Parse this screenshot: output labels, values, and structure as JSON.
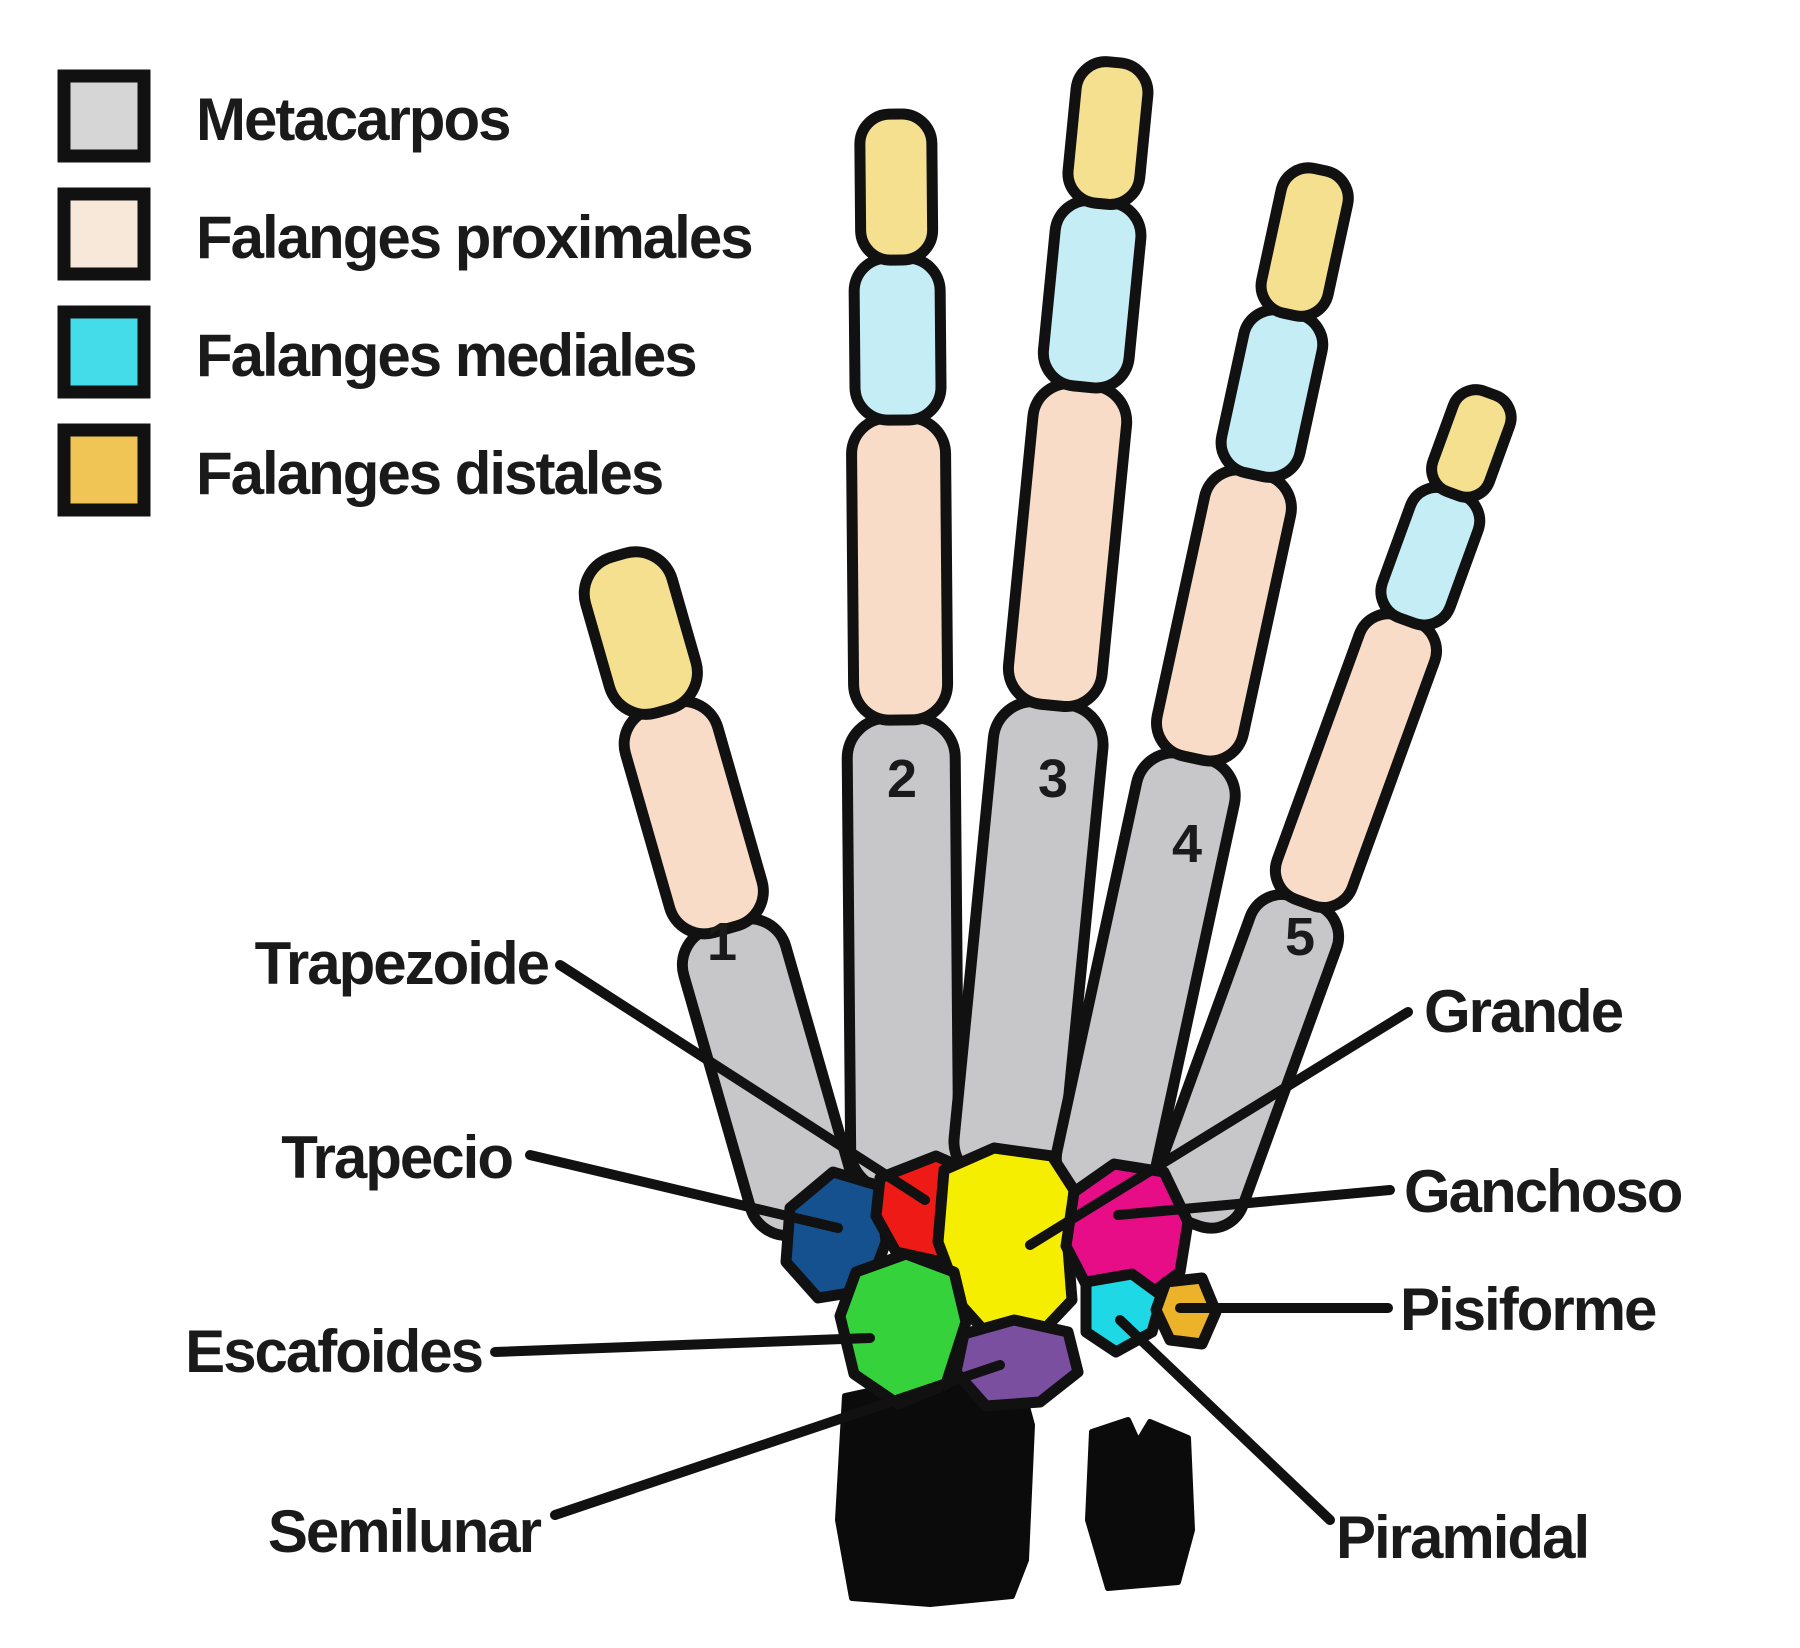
{
  "legend": {
    "items": [
      {
        "label": "Metacarpos",
        "color": "#d6d6d6"
      },
      {
        "label": "Falanges proximales",
        "color": "#f8e8da"
      },
      {
        "label": "Falanges mediales",
        "color": "#45dcea"
      },
      {
        "label": "Falanges distales",
        "color": "#f0c455"
      }
    ]
  },
  "hand": {
    "metacarpal_numbers": [
      "1",
      "2",
      "3",
      "4",
      "5"
    ],
    "phalanx_colors": {
      "metacarpal": "#c7c7c9",
      "proximal": "#f8dcc8",
      "medial": "#c5edf5",
      "distal": "#f4e08e"
    },
    "outline_color": "#111111",
    "forearm_color": "#0b0b0b"
  },
  "carpals": {
    "trapezoide": {
      "label": "Trapezoide",
      "color": "#ee1a15"
    },
    "trapecio": {
      "label": "Trapecio",
      "color": "#15508f"
    },
    "escafoides": {
      "label": "Escafoides",
      "color": "#36d23b"
    },
    "semilunar": {
      "label": "Semilunar",
      "color": "#7b4fa0"
    },
    "grande": {
      "label": "Grande",
      "color": "#f6ee00"
    },
    "ganchoso": {
      "label": "Ganchoso",
      "color": "#e60d87"
    },
    "pisiforme": {
      "label": "Pisiforme",
      "color": "#ecb32a"
    },
    "piramidal": {
      "label": "Piramidal",
      "color": "#1fd8e6"
    },
    "accent_sliver_color": "#a13fc4"
  }
}
